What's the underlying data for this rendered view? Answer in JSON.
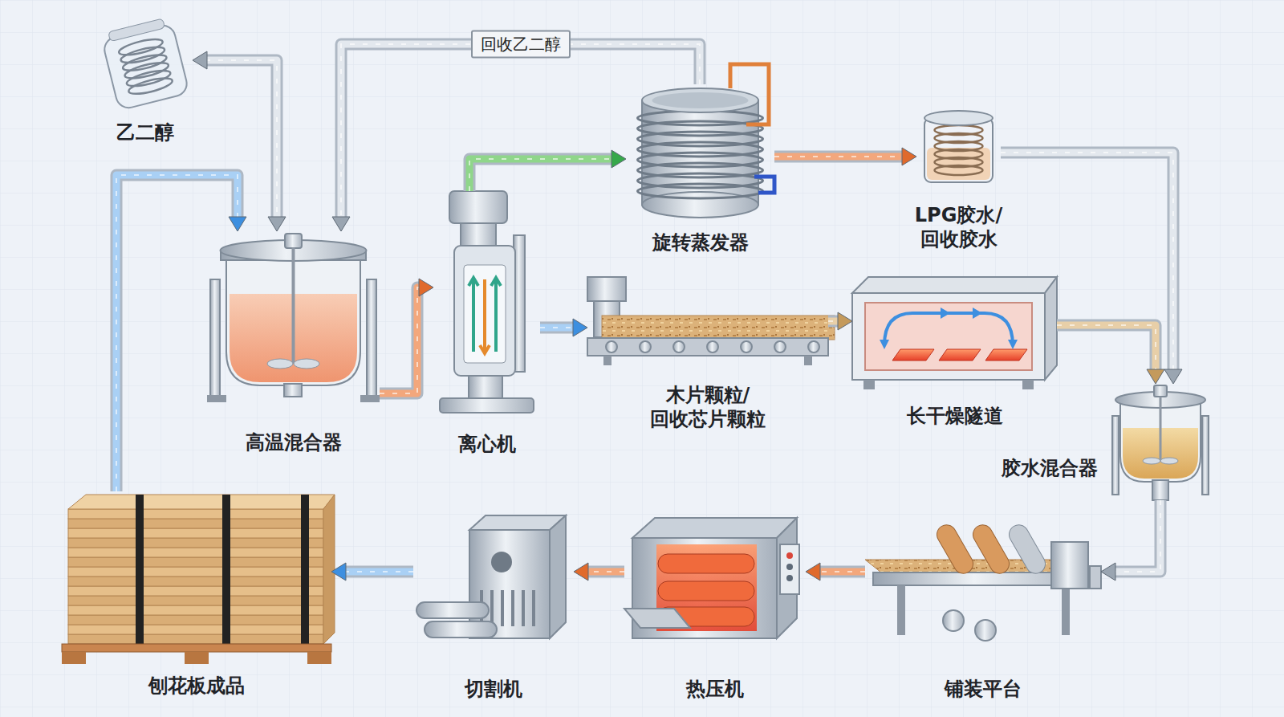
{
  "diagram": {
    "nodes": [
      {
        "text": [
          "乙二醇"
        ]
      },
      {
        "text": [
          "高温混合器"
        ]
      },
      {
        "text": [
          "离心机"
        ]
      },
      {
        "text": [
          "旋转蒸发器"
        ]
      },
      {
        "text": [
          "LPG胶水/ 回收胶水"
        ]
      },
      {
        "text": [
          "木片颗粒/ 回收芯片颗粒"
        ]
      },
      {
        "text": [
          "长干燥隧道"
        ]
      },
      {
        "text": [
          "胶水混合器"
        ]
      },
      {
        "text": [
          "刨花板成品"
        ]
      },
      {
        "text": [
          "切割机"
        ]
      },
      {
        "text": [
          "热压机"
        ]
      },
      {
        "text": [
          "铺装平台"
        ]
      }
    ],
    "edges": [
      {
        "from": 0,
        "to": 1,
        "arrow": "both"
      },
      {
        "from": 8,
        "to": 1,
        "arrow": "to"
      },
      {
        "from": 1,
        "to": 2,
        "arrow": "to"
      },
      {
        "from": 2,
        "to": 3,
        "arrow": "to"
      },
      {
        "from": 3,
        "to": 1,
        "label": "回收乙二醇",
        "arrow": "to"
      },
      {
        "from": 3,
        "to": 4,
        "arrow": "to"
      },
      {
        "from": 2,
        "to": 5,
        "arrow": "to"
      },
      {
        "from": 5,
        "to": 6,
        "arrow": "to"
      },
      {
        "from": 6,
        "to": 7,
        "arrow": "to"
      },
      {
        "from": 4,
        "to": 7,
        "arrow": "to"
      },
      {
        "from": 7,
        "to": 11,
        "arrow": "to"
      },
      {
        "from": 11,
        "to": 10,
        "arrow": "to"
      },
      {
        "from": 10,
        "to": 9,
        "arrow": "to"
      },
      {
        "from": 9,
        "to": 8,
        "arrow": "to"
      }
    ]
  }
}
